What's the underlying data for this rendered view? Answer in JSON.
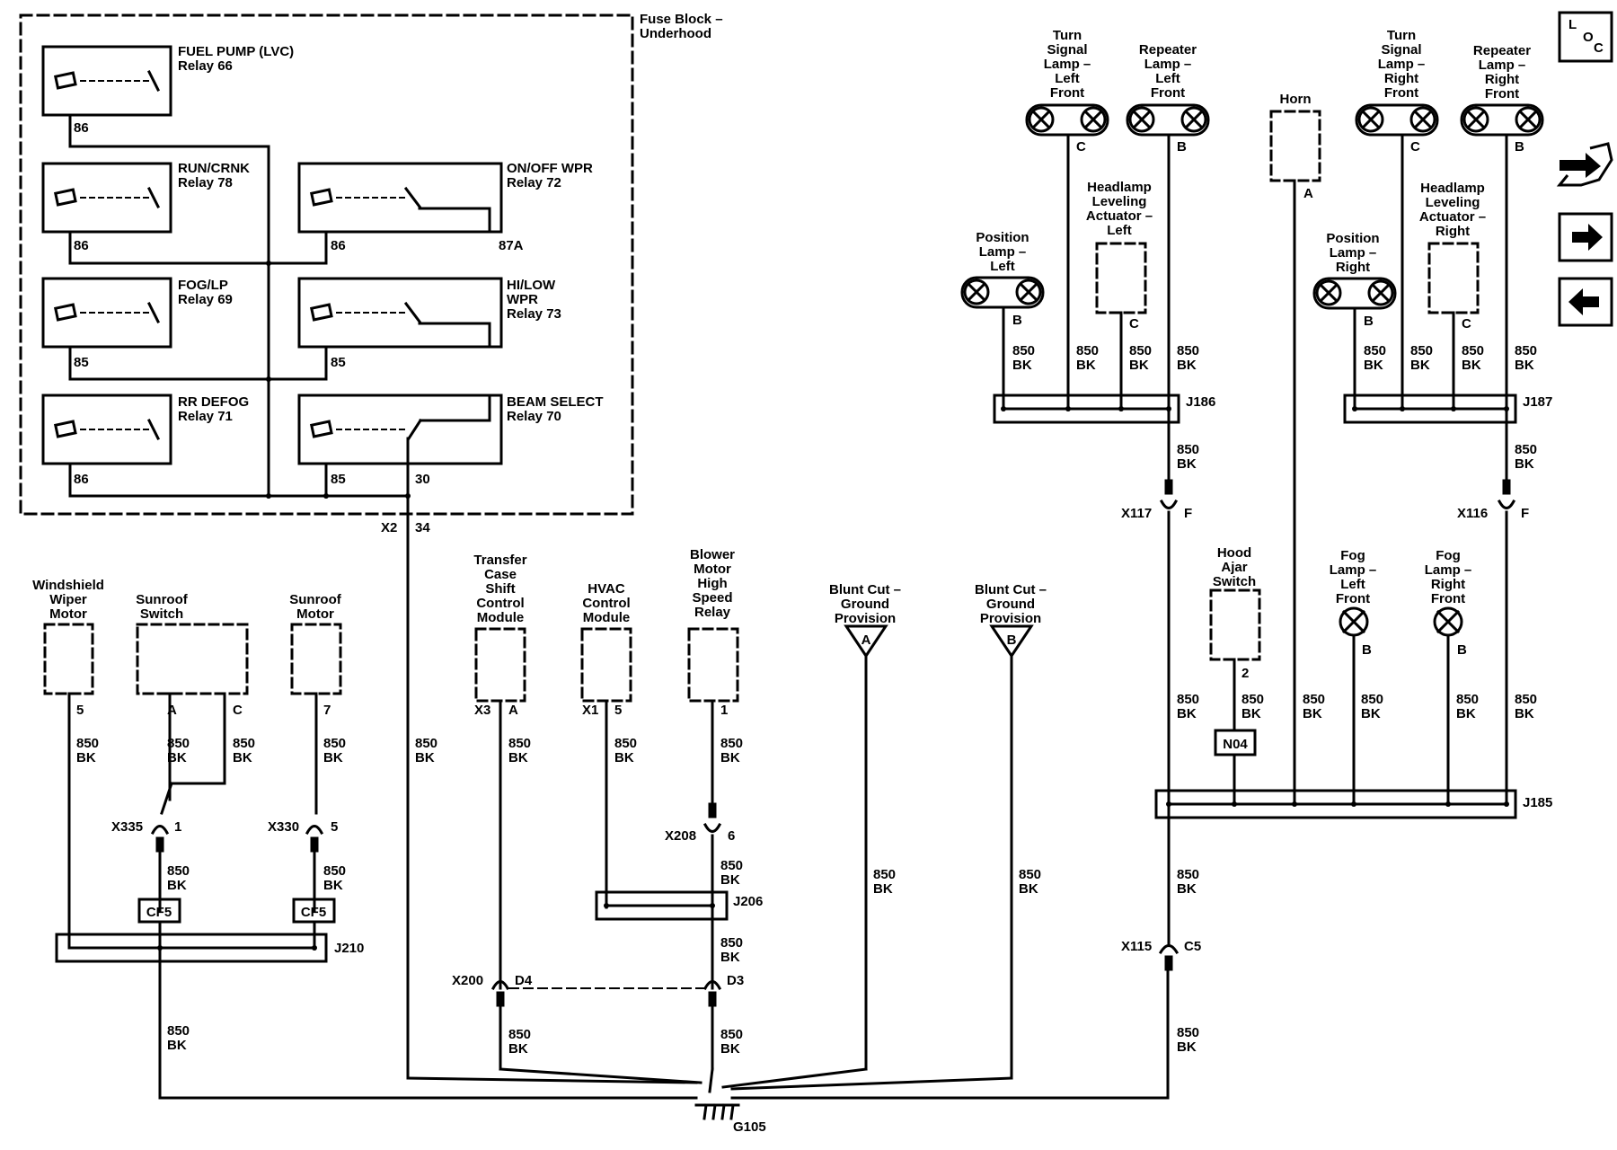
{
  "fuse_block": {
    "title_line1": "Fuse Block –",
    "title_line2": "Underhood"
  },
  "relays": [
    {
      "name": "FUEL PUMP (LVC)",
      "number": "Relay 66",
      "pin": "86"
    },
    {
      "name": "RUN/CRNK",
      "number": "Relay 78",
      "pin": "86"
    },
    {
      "name": "ON/OFF WPR",
      "number": "Relay 72",
      "pin": "86",
      "pin2": "87A"
    },
    {
      "name": "FOG/LP",
      "number": "Relay 69",
      "pin": "85"
    },
    {
      "name": "HI/LOW",
      "name2": "WPR",
      "number": "Relay 73",
      "pin": "85"
    },
    {
      "name": "RR DEFOG",
      "number": "Relay 71",
      "pin": "86"
    },
    {
      "name": "BEAM SELECT",
      "number": "Relay 70",
      "pin": "85",
      "pin2": "30"
    }
  ],
  "components": {
    "windshield_wiper_motor": {
      "lines": [
        "Windshield",
        "Wiper",
        "Motor"
      ],
      "pin": "5"
    },
    "sunroof_switch": {
      "lines": [
        "Sunroof",
        "Switch"
      ],
      "pin_a": "A",
      "pin_c": "C"
    },
    "sunroof_motor": {
      "lines": [
        "Sunroof",
        "Motor"
      ],
      "pin": "7"
    },
    "transfer_case": {
      "lines": [
        "Transfer",
        "Case",
        "Shift",
        "Control",
        "Module"
      ],
      "conn": "X3",
      "pin": "A"
    },
    "hvac": {
      "lines": [
        "HVAC",
        "Control",
        "Module"
      ],
      "conn": "X1",
      "pin": "5"
    },
    "blower": {
      "lines": [
        "Blower",
        "Motor",
        "High",
        "Speed",
        "Relay"
      ],
      "pin": "1"
    },
    "blunt_a": {
      "lines": [
        "Blunt Cut –",
        "Ground",
        "Provision"
      ],
      "tag": "A"
    },
    "blunt_b": {
      "lines": [
        "Blunt Cut –",
        "Ground",
        "Provision"
      ],
      "tag": "B"
    },
    "turn_left": {
      "lines": [
        "Turn",
        "Signal",
        "Lamp –",
        "Left",
        "Front"
      ],
      "pin": "C"
    },
    "repeater_left": {
      "lines": [
        "Repeater",
        "Lamp –",
        "Left",
        "Front"
      ],
      "pin": "B"
    },
    "horn": {
      "lines": [
        "Horn"
      ],
      "pin": "A"
    },
    "turn_right": {
      "lines": [
        "Turn",
        "Signal",
        "Lamp –",
        "Right",
        "Front"
      ],
      "pin": "C"
    },
    "repeater_right": {
      "lines": [
        "Repeater",
        "Lamp –",
        "Right",
        "Front"
      ],
      "pin": "B"
    },
    "position_left": {
      "lines": [
        "Position",
        "Lamp –",
        "Left"
      ],
      "pin": "B"
    },
    "headlamp_left": {
      "lines": [
        "Headlamp",
        "Leveling",
        "Actuator –",
        "Left"
      ],
      "pin": "C"
    },
    "position_right": {
      "lines": [
        "Position",
        "Lamp –",
        "Right"
      ],
      "pin": "B"
    },
    "headlamp_right": {
      "lines": [
        "Headlamp",
        "Leveling",
        "Actuator –",
        "Right"
      ],
      "pin": "C"
    },
    "hood_ajar": {
      "lines": [
        "Hood",
        "Ajar",
        "Switch"
      ],
      "pin": "2"
    },
    "fog_left": {
      "lines": [
        "Fog",
        "Lamp –",
        "Left",
        "Front"
      ],
      "pin": "B"
    },
    "fog_right": {
      "lines": [
        "Fog",
        "Lamp –",
        "Right",
        "Front"
      ],
      "pin": "B"
    }
  },
  "wire": {
    "circuit": "850",
    "color": "BK"
  },
  "connectors": {
    "x2": "X2",
    "x2_pin": "34",
    "x335": "X335",
    "x335_pin": "1",
    "x330": "X330",
    "x330_pin": "5",
    "x208": "X208",
    "x208_pin": "6",
    "x200": "X200",
    "x200_pin_d4": "D4",
    "x200_pin_d3": "D3",
    "x117": "X117",
    "x117_pin": "F",
    "x116": "X116",
    "x116_pin": "F",
    "x115": "X115",
    "x115_pin": "C5"
  },
  "splices": {
    "j186": "J186",
    "j187": "J187",
    "j185": "J185",
    "j206": "J206",
    "j210": "J210"
  },
  "cf5": "CF5",
  "n04": "N04",
  "ground": "G105",
  "nav": {
    "loc_l": "L",
    "loc_o": "O",
    "loc_c": "C"
  }
}
